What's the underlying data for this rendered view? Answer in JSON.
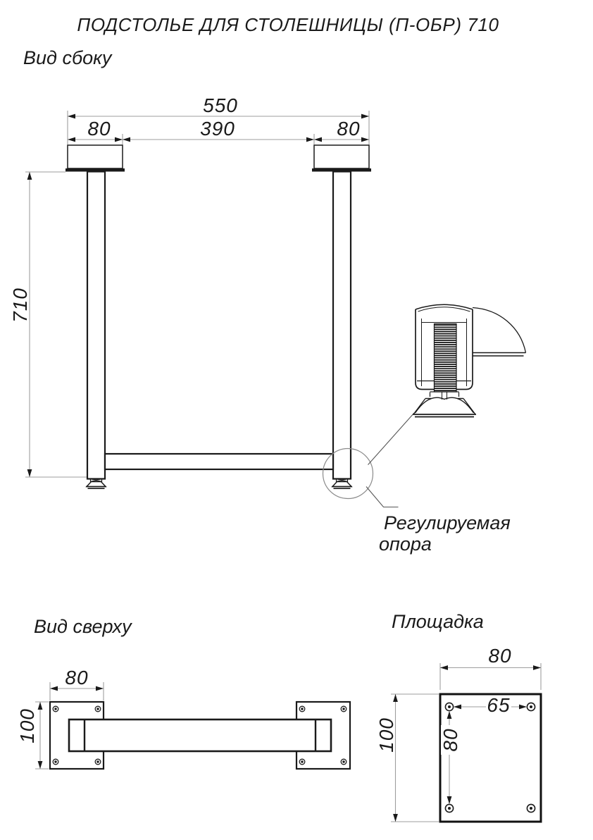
{
  "title": "ПОДСТОЛЬЕ ДЛЯ СТОЛЕШНИЦЫ (П-ОБР) 710",
  "side_view": {
    "label": "Вид сбоку",
    "dim_total": "550",
    "dim_left": "80",
    "dim_middle": "390",
    "dim_right": "80",
    "dim_height": "710",
    "callout_line1": "Регулируемая",
    "callout_line2": "опора"
  },
  "top_view": {
    "label": "Вид сверху",
    "dim_width": "80",
    "dim_depth": "100"
  },
  "plate_view": {
    "label": "Площадка",
    "dim_width": "80",
    "dim_height": "100",
    "dim_hole_spacing_h": "65",
    "dim_hole_spacing_v": "80"
  },
  "colors": {
    "background": "#ffffff",
    "part_line": "#1a1a1a",
    "dim_line": "#9e9e9e",
    "leader_line": "#555555"
  }
}
